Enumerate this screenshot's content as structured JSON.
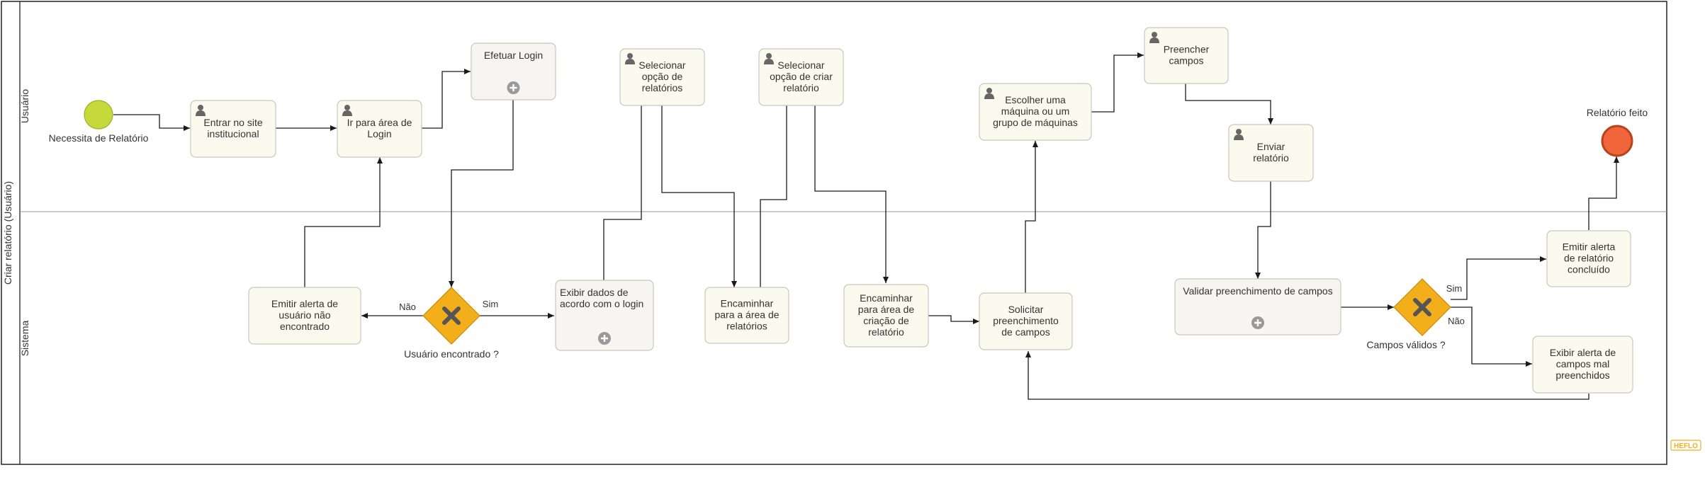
{
  "pool": {
    "title": "Criar relatório (Usuário)"
  },
  "lanes": {
    "top": "Usuário",
    "bottom": "Sistema"
  },
  "brand": {
    "logo_text": "HEFLO"
  },
  "events": {
    "start": "Necessita de Relatório",
    "end": "Relatório feito"
  },
  "tasks": {
    "t1": [
      "Entrar no site",
      "institucional"
    ],
    "t2": [
      "Ir para área de",
      "Login"
    ],
    "t3": [
      "Efetuar Login"
    ],
    "t4": [
      "Selecionar",
      "opção de",
      "relatórios"
    ],
    "t5": [
      "Selecionar",
      "opção de criar",
      "relatório"
    ],
    "t6": [
      "Escolher uma",
      "máquina ou um",
      "grupo de máquinas"
    ],
    "t7": [
      "Preencher",
      "campos"
    ],
    "t8": [
      "Enviar",
      "relatório"
    ],
    "t9": [
      "Emitir alerta de",
      "usuário não",
      "encontrado"
    ],
    "t10": [
      "Exibir dados de",
      "acordo com o login"
    ],
    "t11": [
      "Encaminhar",
      "para a área de",
      "relatórios"
    ],
    "t12": [
      "Encaminhar",
      "para área de",
      "criação de",
      "relatório"
    ],
    "t13": [
      "Solicitar",
      "preenchimento",
      "de campos"
    ],
    "t14": [
      "Validar preenchimento de campos"
    ],
    "t15": [
      "Emitir alerta",
      "de relatório",
      "concluído"
    ],
    "t16": [
      "Exibir alerta de",
      "campos mal",
      "preenchidos"
    ]
  },
  "gateways": {
    "g1": {
      "label": "Usuário encontrado ?",
      "no": "Não",
      "yes": "Sim"
    },
    "g2": {
      "label": "Campos válidos ?",
      "yes": "Sim",
      "no": "Não"
    }
  },
  "colors": {
    "start_event": "#c5d93a",
    "end_event": "#f0663a",
    "gateway": "#f3ae1c",
    "task_fill": "#fbfaee",
    "subprocess_fill": "#f6f5f1"
  },
  "icons": {
    "user_task": "user-icon",
    "subprocess": "plus-circle-icon",
    "gateway": "x-gateway-icon"
  }
}
